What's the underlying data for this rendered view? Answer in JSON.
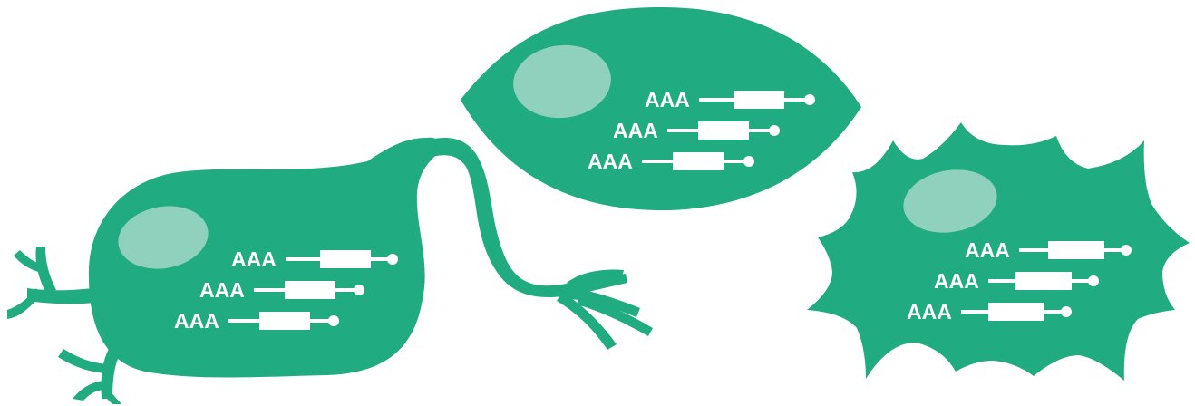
{
  "colors": {
    "cell_fill": "#20ab80",
    "nucleus_fill": "#8fd1bc",
    "mrna_fill": "#ffffff",
    "background": "#ffffff"
  },
  "cells": [
    {
      "type": "neuron",
      "mrna_labels": [
        "AAA",
        "AAA",
        "AAA"
      ]
    },
    {
      "type": "lens-shaped",
      "mrna_labels": [
        "AAA",
        "AAA",
        "AAA"
      ]
    },
    {
      "type": "spiky",
      "mrna_labels": [
        "AAA",
        "AAA",
        "AAA"
      ]
    }
  ]
}
